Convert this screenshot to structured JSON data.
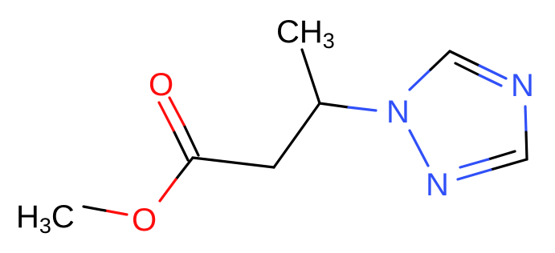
{
  "molecule": {
    "atoms": {
      "ch3_top": {
        "main": "CH",
        "sub": "3"
      },
      "o_carbonyl": {
        "main": "O"
      },
      "o_ester": {
        "main": "O"
      },
      "h3c": {
        "main": "H",
        "sub": "3",
        "tail": "C"
      },
      "n1": {
        "main": "N"
      },
      "n2": {
        "main": "N"
      },
      "n4": {
        "main": "N"
      }
    },
    "colors": {
      "carbon": "#000000",
      "oxygen": "#ff0d0d",
      "nitrogen": "#3050f8",
      "background": "#ffffff"
    }
  }
}
